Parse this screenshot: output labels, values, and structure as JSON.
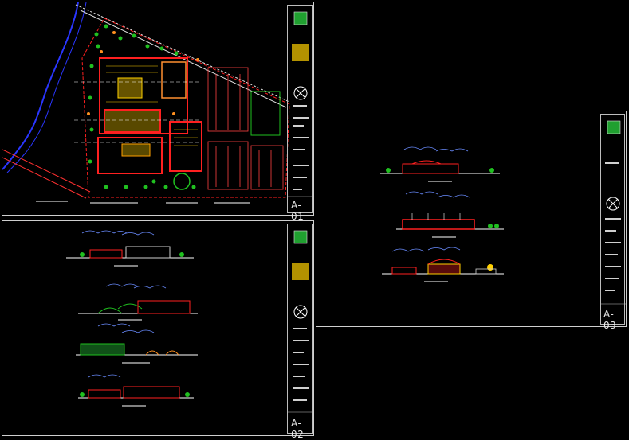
{
  "sheets": [
    {
      "id": "s1",
      "number": "A-01",
      "content": "site-plan"
    },
    {
      "id": "s2",
      "number": "A-02",
      "content": "elevations"
    },
    {
      "id": "s3",
      "number": "A-03",
      "content": "elevations"
    }
  ],
  "colors": {
    "background": "#000000",
    "frame": "#d0d0d0",
    "wall": "#ff2020",
    "accent": "#ffd000",
    "vegetation": "#20c020",
    "river": "#2030ff",
    "parking": "#ff4040",
    "sky": "#6a8cff"
  }
}
